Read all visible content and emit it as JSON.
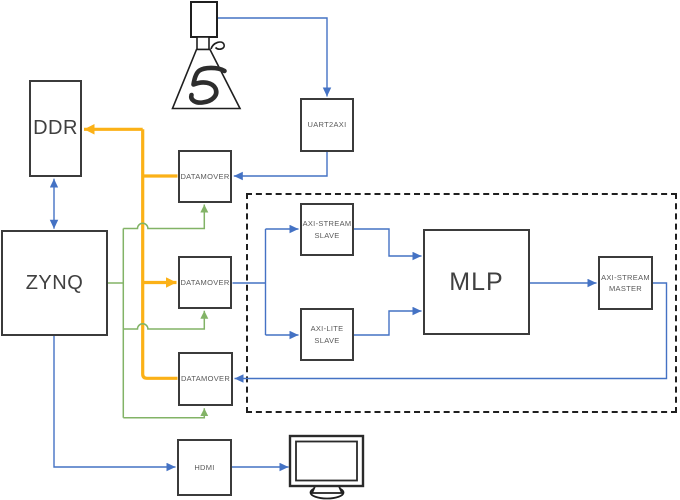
{
  "colors": {
    "blue": "#4472C4",
    "green": "#82B366",
    "orange": "#FBB117",
    "border": "#3b3b3b",
    "dash": "#1f1f1f",
    "big-text": "#404040",
    "small-text": "#595959"
  },
  "nodes": {
    "ddr": {
      "label": "DDR"
    },
    "zynq": {
      "label": "ZYNQ"
    },
    "uart2axi": {
      "label": "UART2AXI"
    },
    "datamover_top": {
      "label": "DATAMOVER"
    },
    "datamover_mid": {
      "label": "DATAMOVER"
    },
    "datamover_bot": {
      "label": "DATAMOVER"
    },
    "axi_stream_slave": {
      "line1": "AXI-STREAM",
      "line2": "SLAVE"
    },
    "axi_lite_slave": {
      "line1": "AXI-LITE",
      "line2": "SLAVE"
    },
    "mlp": {
      "label": "MLP"
    },
    "axi_stream_master": {
      "line1": "AXI-STREAM",
      "line2": "MASTER"
    },
    "hdmi": {
      "label": "HDMI"
    }
  },
  "camera": {
    "digit": "5"
  },
  "edges": [
    {
      "from": "camera",
      "to": "uart2axi",
      "color": "blue"
    },
    {
      "from": "uart2axi",
      "to": "datamover_top",
      "color": "blue"
    },
    {
      "from": "ddr",
      "to": "zynq",
      "color": "blue",
      "bidirectional": true
    },
    {
      "from": "zynq",
      "to": "hdmi",
      "color": "blue"
    },
    {
      "from": "hdmi",
      "to": "monitor",
      "color": "blue"
    },
    {
      "from": "datamover_mid",
      "to": "axi_stream_slave",
      "color": "blue"
    },
    {
      "from": "datamover_mid",
      "to": "axi_lite_slave",
      "color": "blue"
    },
    {
      "from": "axi_stream_slave",
      "to": "mlp",
      "color": "blue"
    },
    {
      "from": "axi_lite_slave",
      "to": "mlp",
      "color": "blue"
    },
    {
      "from": "mlp",
      "to": "axi_stream_master",
      "color": "blue"
    },
    {
      "from": "axi_stream_master",
      "to": "datamover_bot",
      "color": "blue"
    },
    {
      "from": "datamover_top",
      "to": "ddr",
      "color": "orange"
    },
    {
      "from": "ddr_bus",
      "to": "datamover_mid",
      "color": "orange"
    },
    {
      "from": "ddr_bus",
      "to": "datamover_bot",
      "color": "orange"
    },
    {
      "from": "zynq",
      "to": "datamover_top",
      "color": "green"
    },
    {
      "from": "zynq",
      "to": "datamover_mid",
      "color": "green"
    },
    {
      "from": "zynq",
      "to": "datamover_bot",
      "color": "green"
    }
  ]
}
